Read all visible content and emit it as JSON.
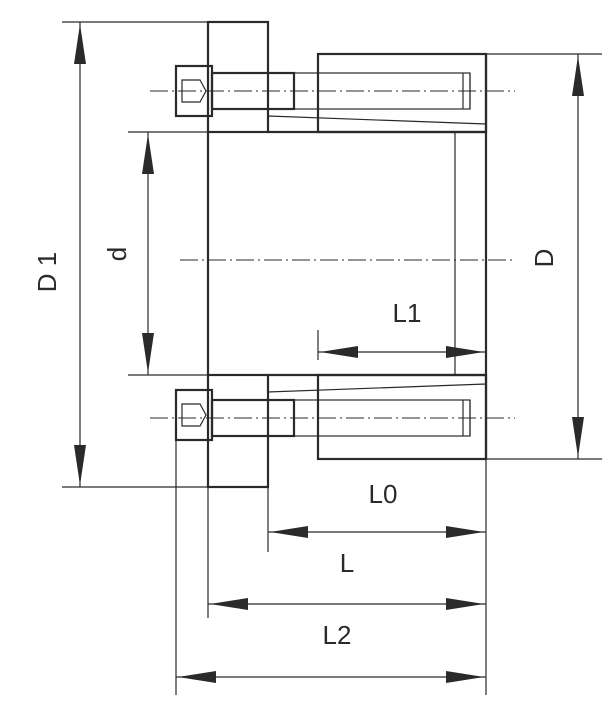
{
  "labels": {
    "D1": "D 1",
    "d": "d",
    "D": "D",
    "L1": "L1",
    "L0": "L0",
    "L": "L",
    "L2": "L2"
  }
}
